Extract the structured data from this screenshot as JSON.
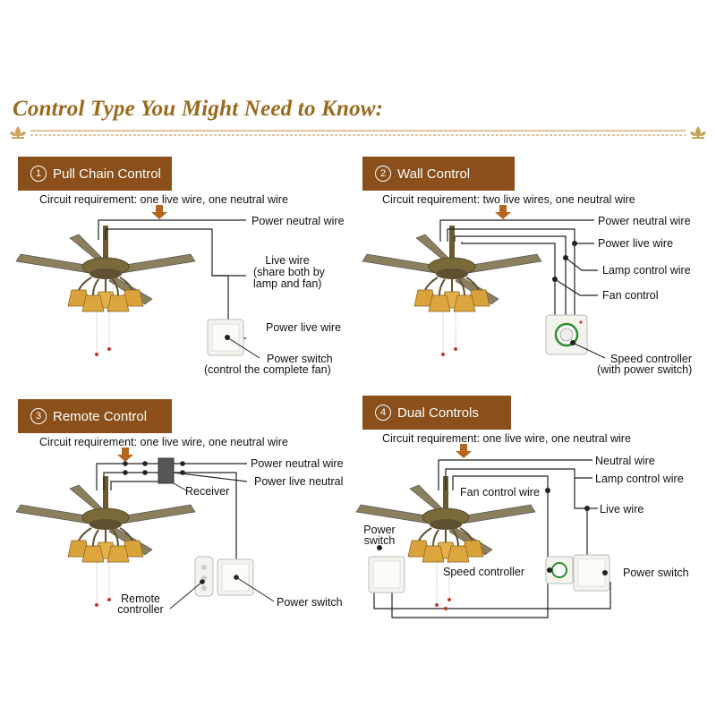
{
  "heading": {
    "title": "Control Type You Might Need to Know:"
  },
  "colors": {
    "accent": "#8a4f1a",
    "title": "#9a6a1c",
    "wire": "#222222"
  },
  "panels": [
    {
      "number": "1",
      "name": "Pull Chain Control",
      "requirement": "Circuit requirement: one live wire, one neutral wire",
      "labels": {
        "neutral": "Power neutral wire",
        "live_1": "Live wire",
        "live_2": "(share both by",
        "live_3": "lamp and fan)",
        "power_live": "Power live wire",
        "switch_1": "Power switch",
        "switch_2": "(control the complete fan)"
      }
    },
    {
      "number": "2",
      "name": "Wall Control",
      "requirement": "Circuit requirement: two live wires, one neutral wire",
      "labels": {
        "neutral": "Power neutral wire",
        "live": "Power live wire",
        "lamp": "Lamp control wire",
        "fan": "Fan control",
        "speed_1": "Speed controller",
        "speed_2": "(with power switch)"
      }
    },
    {
      "number": "3",
      "name": "Remote Control",
      "requirement": "Circuit requirement: one live wire, one neutral wire",
      "labels": {
        "neutral": "Power neutral wire",
        "live": "Power live neutral",
        "receiver": "Receiver",
        "remote_1": "Remote",
        "remote_2": "controller",
        "switch": "Power switch"
      }
    },
    {
      "number": "4",
      "name": "Dual Controls",
      "requirement": "Circuit requirement: one live wire, one neutral wire",
      "labels": {
        "neutral": "Neutral wire",
        "lamp": "Lamp control wire",
        "fan": "Fan control wire",
        "live": "Live wire",
        "power_switch_left_1": "Power",
        "power_switch_left_2": "switch",
        "speed": "Speed controller",
        "switch": "Power switch"
      }
    }
  ]
}
